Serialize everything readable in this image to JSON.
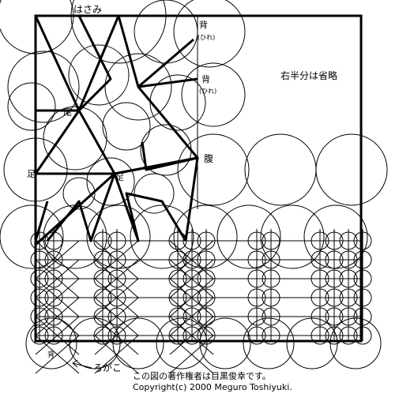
{
  "figure": {
    "labels": {
      "top_left": "はさみ",
      "top_right_1": "背",
      "top_right_1_note": "(ひれ)",
      "top_right_2": "背",
      "top_right_2_note": "(ひれ)",
      "belly": "腹",
      "left_1": "尾",
      "left_2": "足",
      "mid": "足",
      "bottom_note": "ろがこ",
      "bottom_small": "背"
    },
    "omitted_note": "右半分は省略"
  },
  "footer": {
    "line1": "この図の著作権者は目黒俊幸です。",
    "line2": "Copyright(c) 2000 Meguro Toshiyuki."
  }
}
